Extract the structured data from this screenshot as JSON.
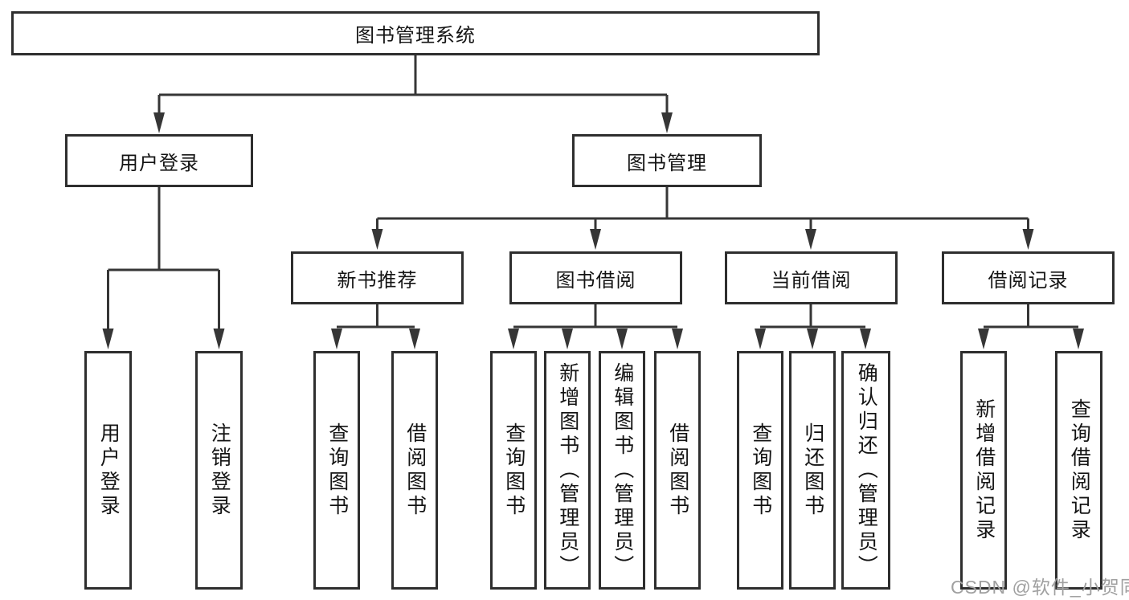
{
  "diagram": {
    "root": {
      "label": "图书管理系统"
    },
    "branches": [
      {
        "label": "用户登录",
        "children": [
          {
            "label": "用户登录"
          },
          {
            "label": "注销登录"
          }
        ]
      },
      {
        "label": "图书管理",
        "children": [
          {
            "label": "新书推荐",
            "children": [
              {
                "label": "查询图书"
              },
              {
                "label": "借阅图书"
              }
            ]
          },
          {
            "label": "图书借阅",
            "children": [
              {
                "label": "查询图书"
              },
              {
                "label": "新增图书（管理员）"
              },
              {
                "label": "编辑图书（管理员）"
              },
              {
                "label": "借阅图书"
              }
            ]
          },
          {
            "label": "当前借阅",
            "children": [
              {
                "label": "查询图书"
              },
              {
                "label": "归还图书"
              },
              {
                "label": "确认归还（管理员）"
              }
            ]
          },
          {
            "label": "借阅记录",
            "children": [
              {
                "label": "新增借阅记录"
              },
              {
                "label": "查询借阅记录"
              }
            ]
          }
        ]
      }
    ],
    "watermark": "CSDN @软件_小贺同学",
    "colors": {
      "line": "#363636",
      "box_border": "#2e2e2e",
      "text": "#141414",
      "watermark": "#a0a0a0",
      "background": "#ffffff"
    }
  }
}
